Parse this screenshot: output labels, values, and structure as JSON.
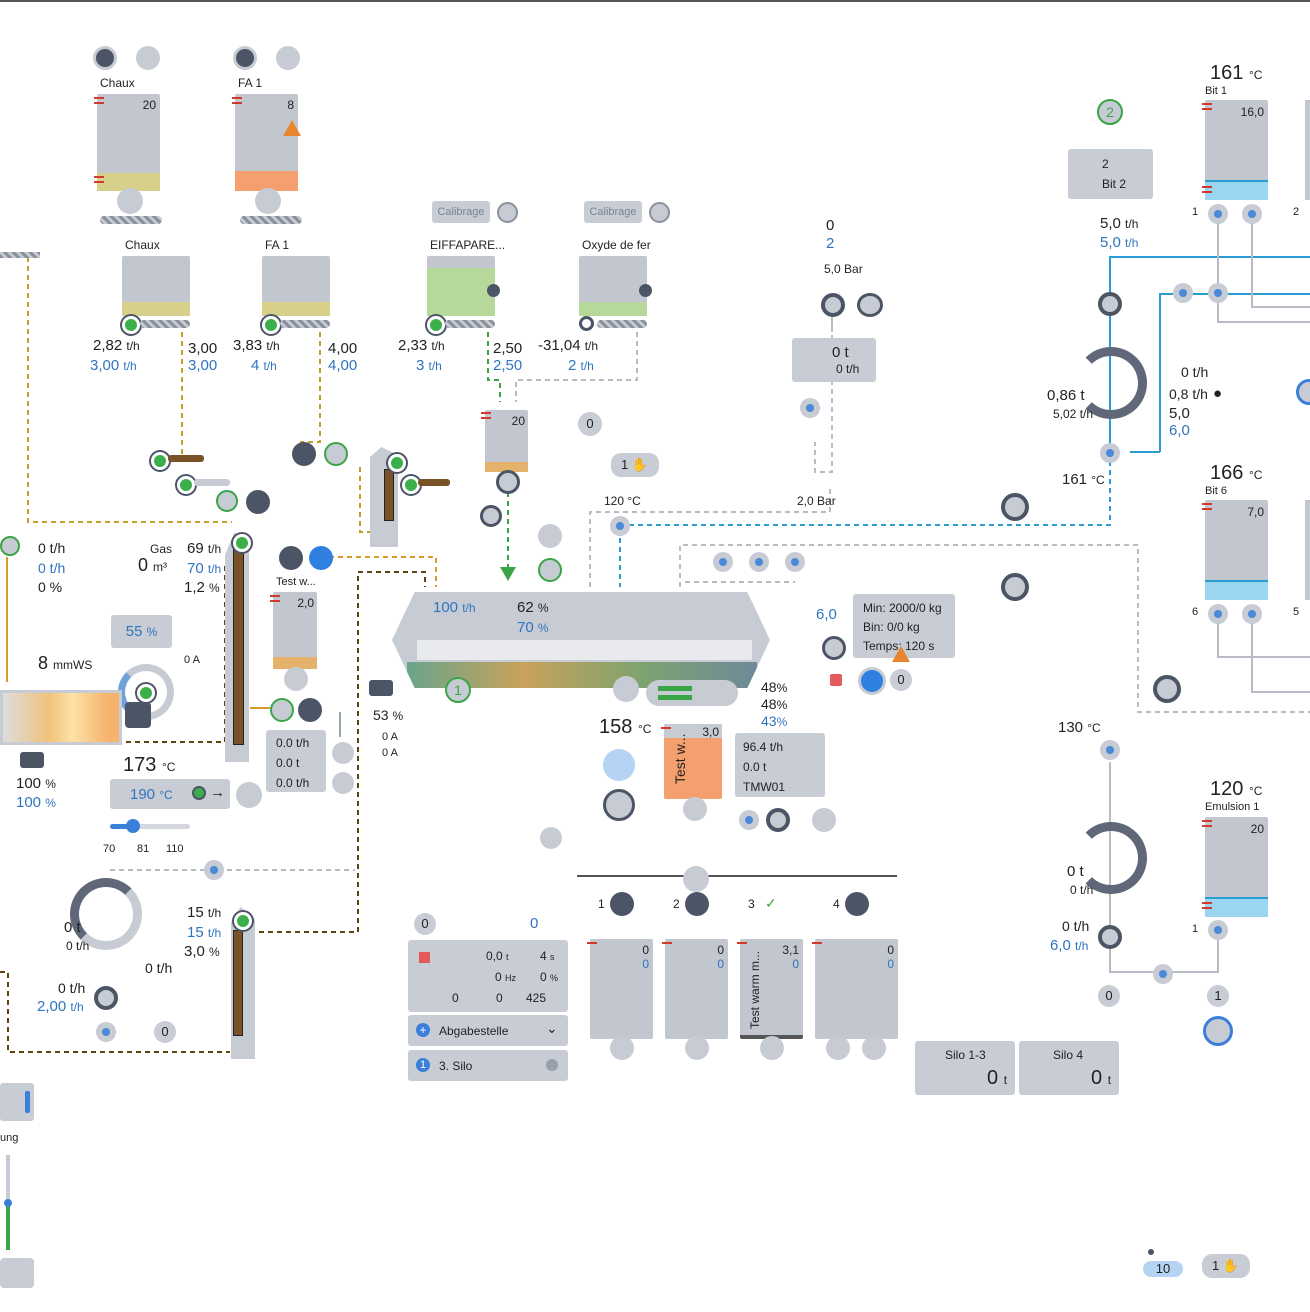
{
  "feeders_top": [
    {
      "name": "Chaux",
      "count": "20"
    },
    {
      "name": "FA 1",
      "count": "8"
    }
  ],
  "dosers": [
    {
      "name": "Chaux",
      "actual": "2,82",
      "set": "3,00",
      "unit": "t/h",
      "right_actual": "3,00",
      "right_set": "3,00"
    },
    {
      "name": "FA 1",
      "actual": "3,83",
      "set": "4",
      "unit": "t/h",
      "right_actual": "4,00",
      "right_set": "4,00"
    },
    {
      "name": "EIFFAPARE...",
      "actual": "2,33",
      "set": "3",
      "unit": "t/h",
      "right_actual": "2,50",
      "right_set": "2,50",
      "calib": "Calibrage"
    },
    {
      "name": "Oxyde de fer",
      "actual": "-31,04",
      "set": "2",
      "unit": "t/h",
      "calib": "Calibrage"
    }
  ],
  "mixer_bin": {
    "count": "20",
    "zero_badge": "0"
  },
  "bar_panel": {
    "v1": "0",
    "v2": "2",
    "pressure": "5,0 Bar",
    "flow_t": "0 t",
    "flow_th": "0 t/h",
    "bottom": "2,0 Bar"
  },
  "hand_pill": {
    "count": "1"
  },
  "temp_120": {
    "value": "120",
    "unit": "°C"
  },
  "burner": {
    "flow_left": "0 t/h",
    "flow_left_blue": "0 t/h",
    "flow_left_pct": "0 %",
    "gas_label": "Gas",
    "gas_value": "0",
    "gas_unit": "m³",
    "flow_right": "69",
    "flow_right_blue": "70",
    "flow_right_pct": "1,2",
    "mmws": "8",
    "mmws_unit": "mmWS",
    "pct_box": "55",
    "amp": "0 A",
    "pct1": "100",
    "pct2": "100",
    "temp": "173",
    "temp_unit": "°C",
    "temp_set": "190",
    "slider_min": "70",
    "slider_mid": "81",
    "slider_max": "110"
  },
  "test_bin": {
    "name": "Test w...",
    "value": "2,0"
  },
  "side_panel": {
    "l1": "0.0 t/h",
    "l2": "0.0 t",
    "l3": "0.0 t/h"
  },
  "mixer": {
    "flow": "100",
    "flow_unit": "t/h",
    "pct1": "62",
    "pct2": "70",
    "badge": "1",
    "fan_pct": "53",
    "a1": "0 A",
    "a2": "0 A",
    "r1": "48",
    "r2": "48",
    "r3": "43"
  },
  "mixer_temp": {
    "value": "158",
    "unit": "°C"
  },
  "orange_bin": {
    "name": "Test w...",
    "value": "3,0"
  },
  "tmw_box": {
    "l1": "96.4 t/h",
    "l2": "0.0 t",
    "l3": "TMW01"
  },
  "weigh_box": {
    "value": "6,0",
    "min": "Min: 2000/0 kg",
    "bin": "Bin: 0/0 kg",
    "time": "Temps: 120 s",
    "zero": "0"
  },
  "silos": [
    {
      "num": "1",
      "top": "0",
      "top_blue": "0"
    },
    {
      "num": "2",
      "top": "0",
      "top_blue": "0"
    },
    {
      "num": "3",
      "top": "3,1",
      "top_blue": "0",
      "label": "Test warm m..."
    },
    {
      "num": "4",
      "top": "0",
      "top_blue": "0"
    }
  ],
  "dispatch": {
    "zero": "0",
    "zero_blue": "0",
    "v1": "0,0",
    "v1_unit": "t",
    "v2": "4",
    "v2_unit": "s",
    "v3": "0",
    "v3_unit": "Hz",
    "v4": "0",
    "v4_unit": "%",
    "v5": "0",
    "v6": "0",
    "v7": "425",
    "dropdown": "Abgabestelle",
    "item": "3. Silo",
    "item_num": "1"
  },
  "silo_totals": [
    {
      "name": "Silo 1-3",
      "value": "0",
      "unit": "t"
    },
    {
      "name": "Silo 4",
      "value": "0",
      "unit": "t"
    }
  ],
  "lower_left": {
    "t1": "15",
    "t1b": "15",
    "pct": "3,0",
    "flow": "0 t/h",
    "gauge_t": "0 t",
    "gauge_th": "0 t/h",
    "left_flow": "0 t/h",
    "left_blue": "2,00",
    "zero": "0",
    "side_label": "ung"
  },
  "bitumen": {
    "badge": "2",
    "box_num": "2",
    "box_name": "Bit 2",
    "bit1_temp": "161",
    "bit1_name": "Bit 1",
    "bit1_level": "16,0",
    "flow1": "5,0",
    "flow1_blue": "5,0",
    "unit": "t/h",
    "gauge_t": "0,86 t",
    "gauge_th": "5,02 t/h",
    "mid_flow": "0 t/h",
    "mid_flow2": "0,8 t/h",
    "mid_v": "5,0",
    "mid_blue": "6,0",
    "temp_161": "161",
    "bit6_temp": "166",
    "bit6_name": "Bit 6",
    "bit6_level": "7,0",
    "temp_130": "130",
    "gauge2_t": "0 t",
    "gauge2_th": "0 t/h",
    "em_temp": "120",
    "em_name": "Emulsion 1",
    "em_level": "20",
    "pump_flow": "0 t/h",
    "pump_blue": "6,0",
    "zero": "0",
    "one": "1",
    "n1": "1",
    "n2": "2",
    "n6": "6",
    "n5": "5",
    "n1b": "1"
  },
  "footer": {
    "count": "10",
    "hand": "1"
  }
}
